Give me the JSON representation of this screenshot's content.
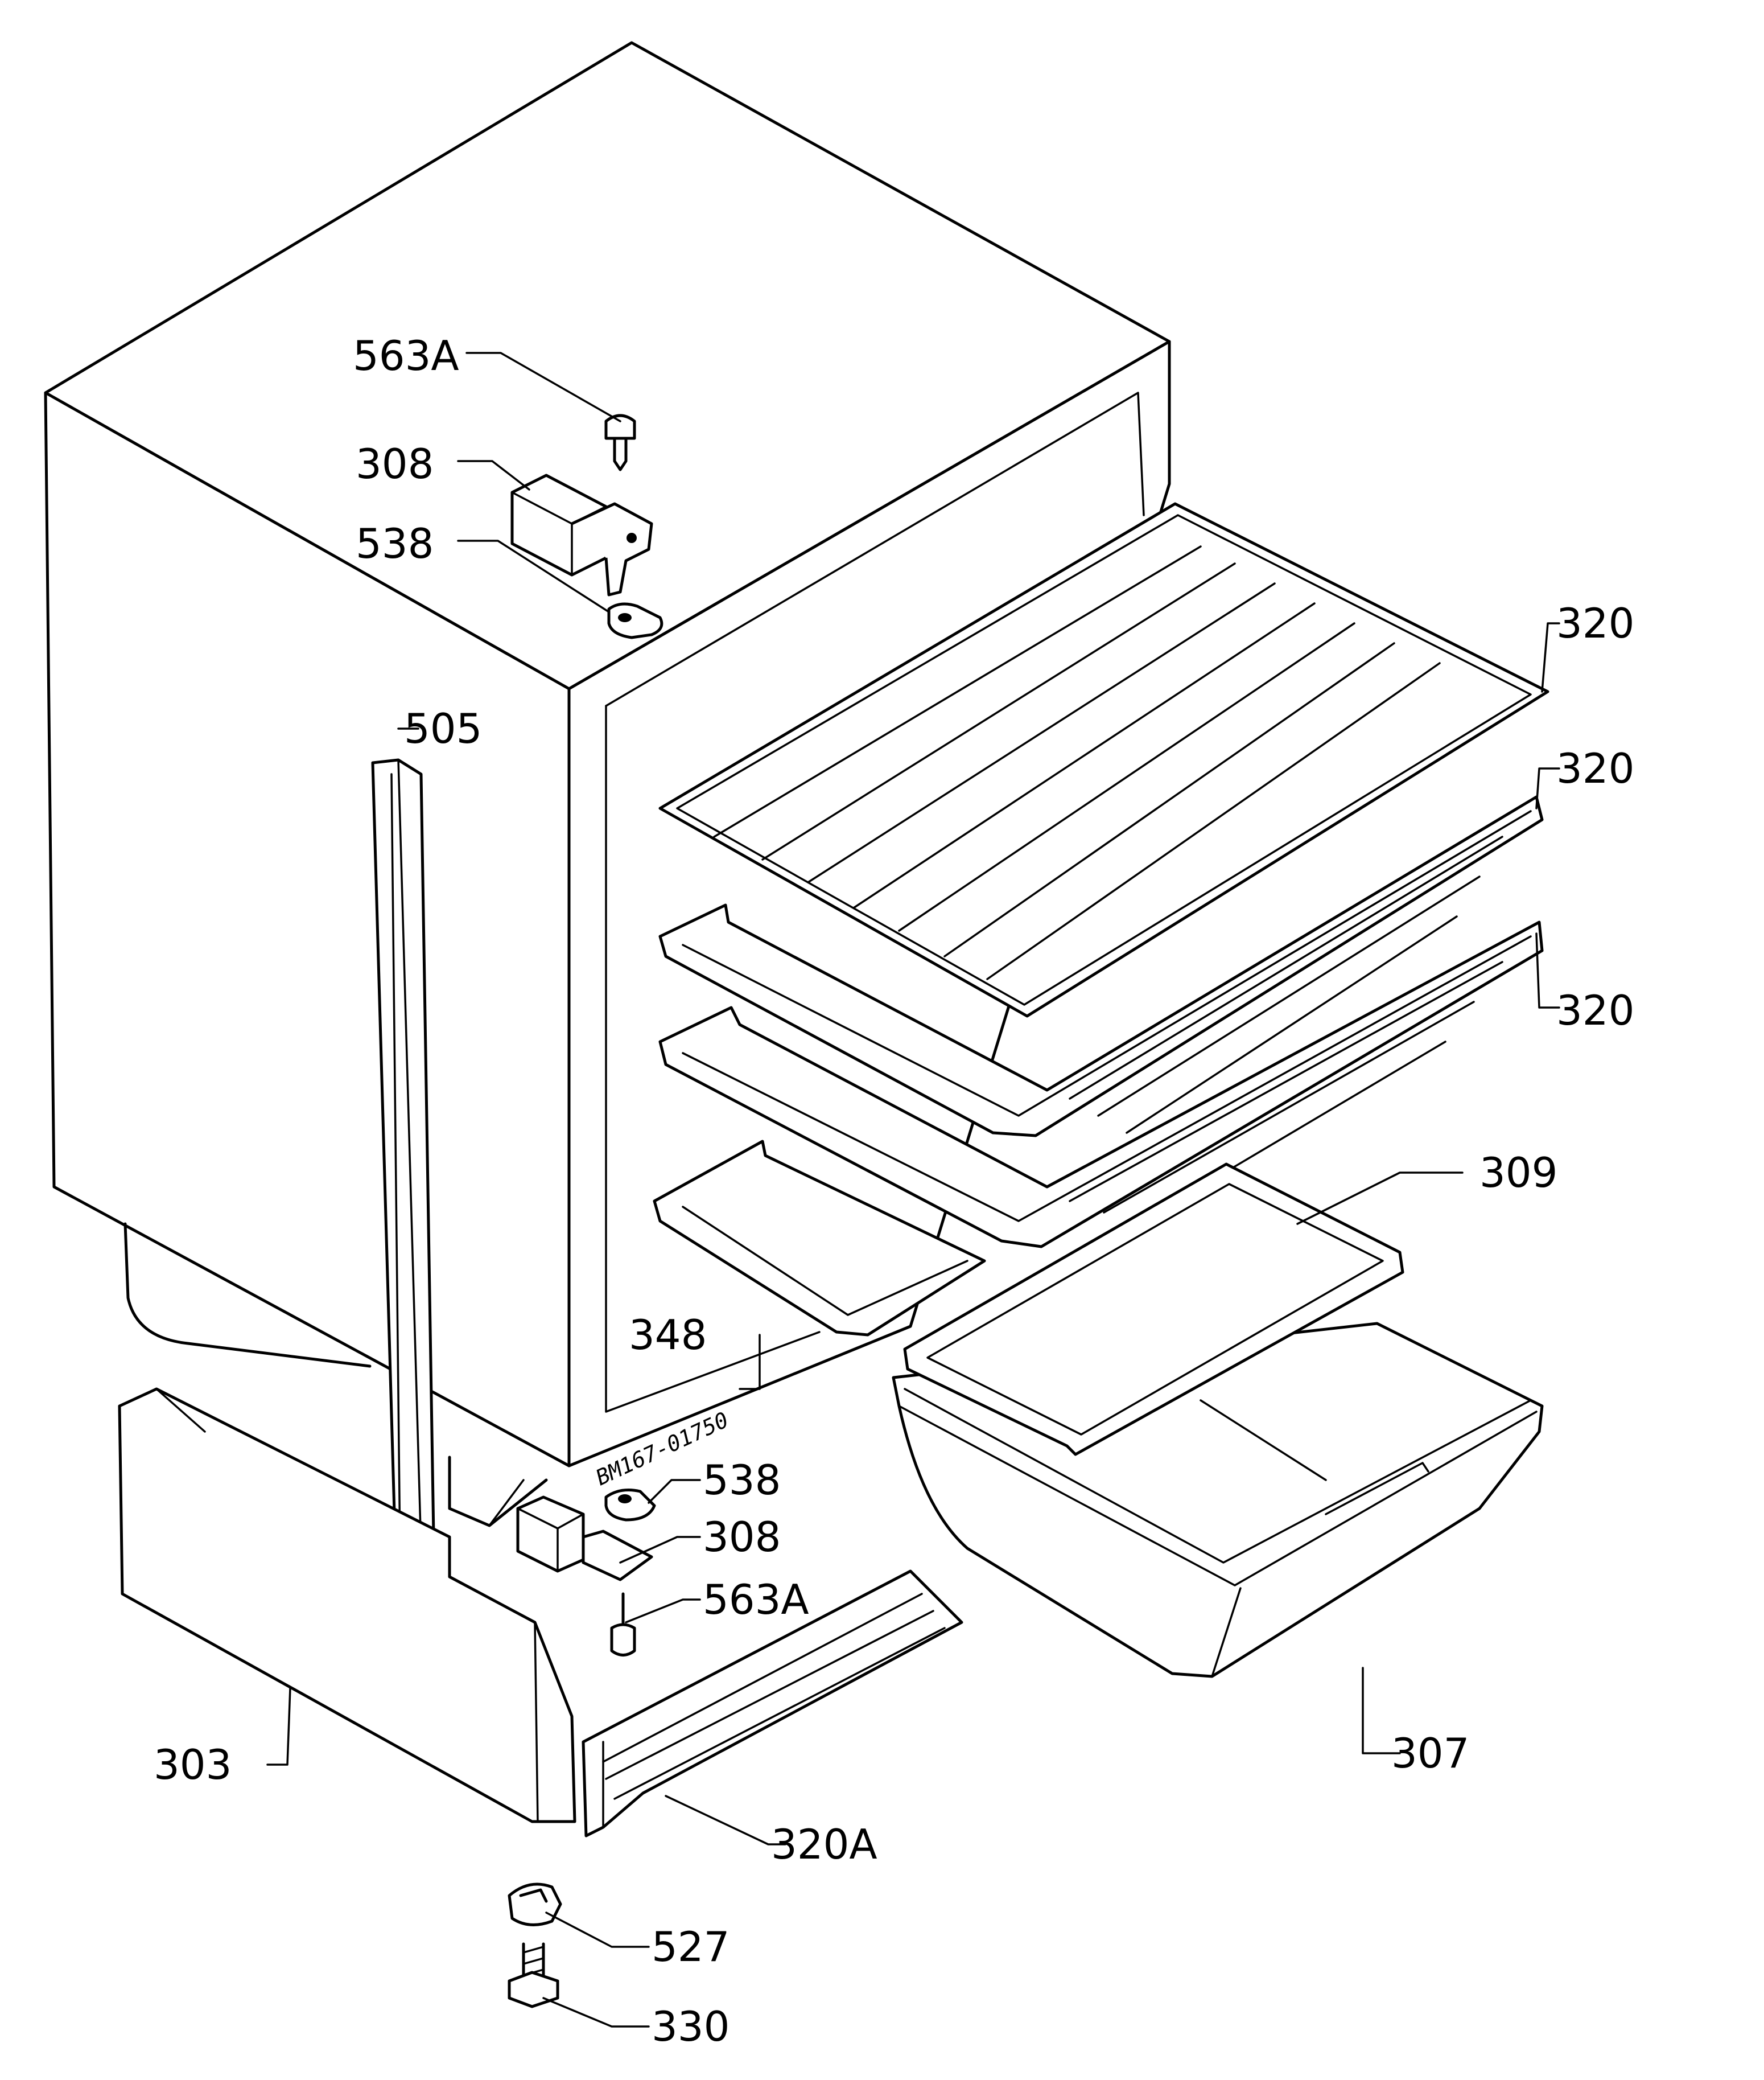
{
  "diagram": {
    "callouts": {
      "c563a_top": "563A",
      "c308_top": "308",
      "c538_top": "538",
      "c505": "505",
      "c320_a": "320",
      "c320_b": "320",
      "c320_c": "320",
      "c309": "309",
      "c348": "348",
      "c538_bottom": "538",
      "c308_bottom": "308",
      "c563a_bottom": "563A",
      "c307": "307",
      "c303": "303",
      "c320a": "320A",
      "c527": "527",
      "c330": "330"
    },
    "drawing_code": "BM167-01750"
  }
}
